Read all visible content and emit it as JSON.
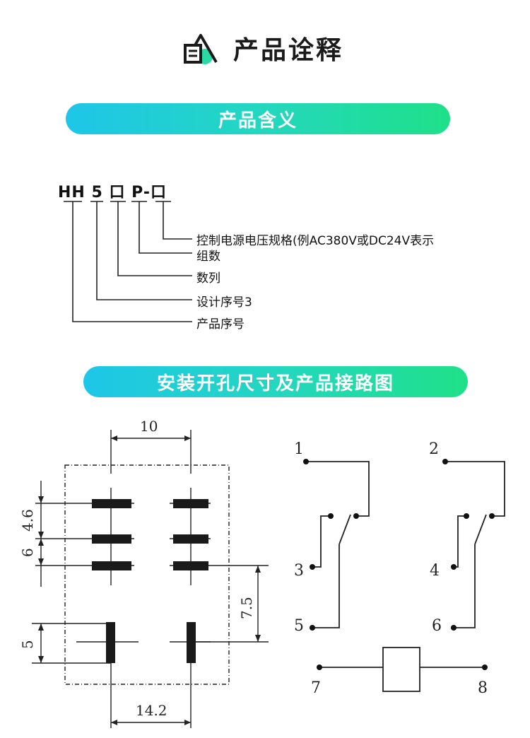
{
  "header": {
    "title": "产品诠释",
    "icon": "document-triangle-icon"
  },
  "section1": {
    "title": "产品含义"
  },
  "model": {
    "p1": "HH",
    "p2": "5",
    "p3": "口",
    "p4": "P-",
    "p5": "口"
  },
  "legend": {
    "item1": "控制电源电压规格(例AC380V或DC24V表示",
    "item2": "组数",
    "item3": "数列",
    "item4": "设计序号3",
    "item5": "产品序号"
  },
  "section2": {
    "title": "安装开孔尺寸及产品接路图"
  },
  "dimensions": {
    "top": "10",
    "left_upper": "4.6",
    "left_mid": "6",
    "right": "7.5",
    "left_lower": "5",
    "bottom": "14.2"
  },
  "terminals": [
    "1",
    "2",
    "3",
    "4",
    "5",
    "6",
    "7",
    "8"
  ],
  "colors": {
    "gradient_start": "#1ec6e8",
    "gradient_end": "#1fe088",
    "icon_accent": "#2bd9a6"
  }
}
